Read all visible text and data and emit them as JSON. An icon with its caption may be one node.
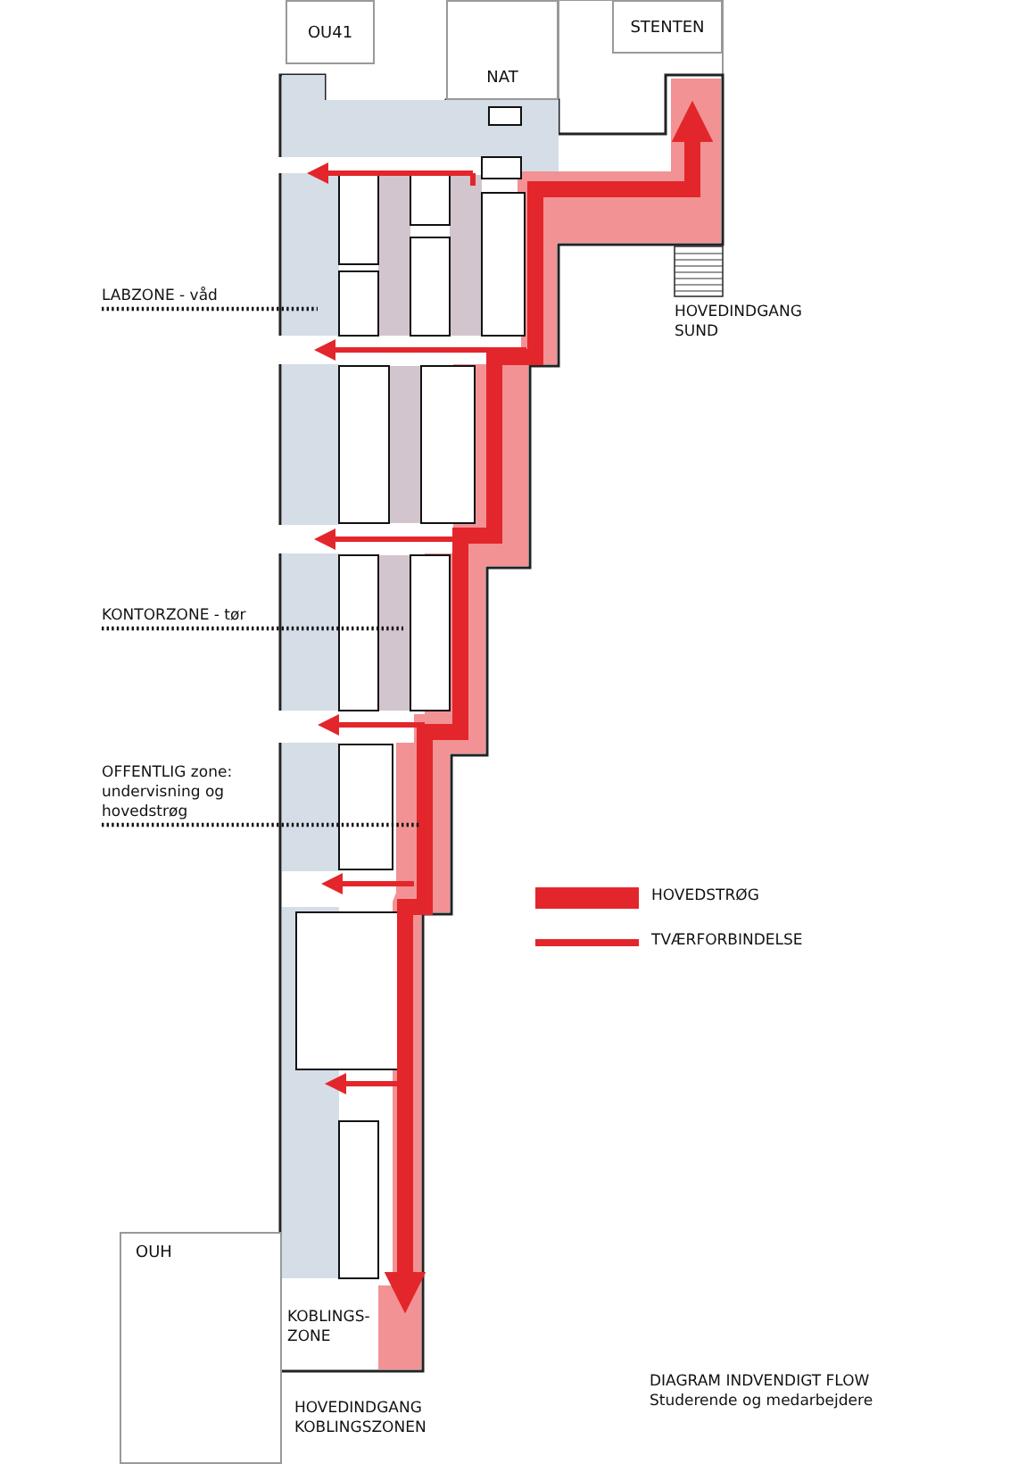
{
  "diagram": {
    "title": "DIAGRAM INDVENDIGT FLOW",
    "caption": "Studerende og medarbejdere",
    "nodes": [
      {
        "text": [
          "OU41"
        ]
      },
      {
        "text": [
          "NAT"
        ]
      },
      {
        "text": [
          "STENTEN"
        ]
      },
      {
        "text": [
          "OUH"
        ]
      },
      {
        "text": [
          "LABZONE - våd"
        ]
      },
      {
        "text": [
          "KONTORZONE - tør"
        ]
      },
      {
        "text": [
          "OFFENTLIG zone: undervisning og hovedstrøg"
        ]
      }
    ],
    "edges": [
      {
        "from": 4,
        "to": null,
        "arrow": "none",
        "style": "dashed"
      },
      {
        "from": 5,
        "to": null,
        "arrow": "none",
        "style": "dashed"
      },
      {
        "from": 6,
        "to": null,
        "arrow": "none",
        "style": "dashed"
      }
    ],
    "labels": [
      "HOVEDINDGANG SUND",
      "KOBLINGS- ZONE",
      "HOVEDINDGANG KOBLINGSZONEN"
    ],
    "legend": [
      {
        "text": "HOVEDSTRØG",
        "color": "#e3262b"
      },
      {
        "text": "TVÆRFORBINDELSE",
        "color": "#e3262b"
      }
    ]
  }
}
